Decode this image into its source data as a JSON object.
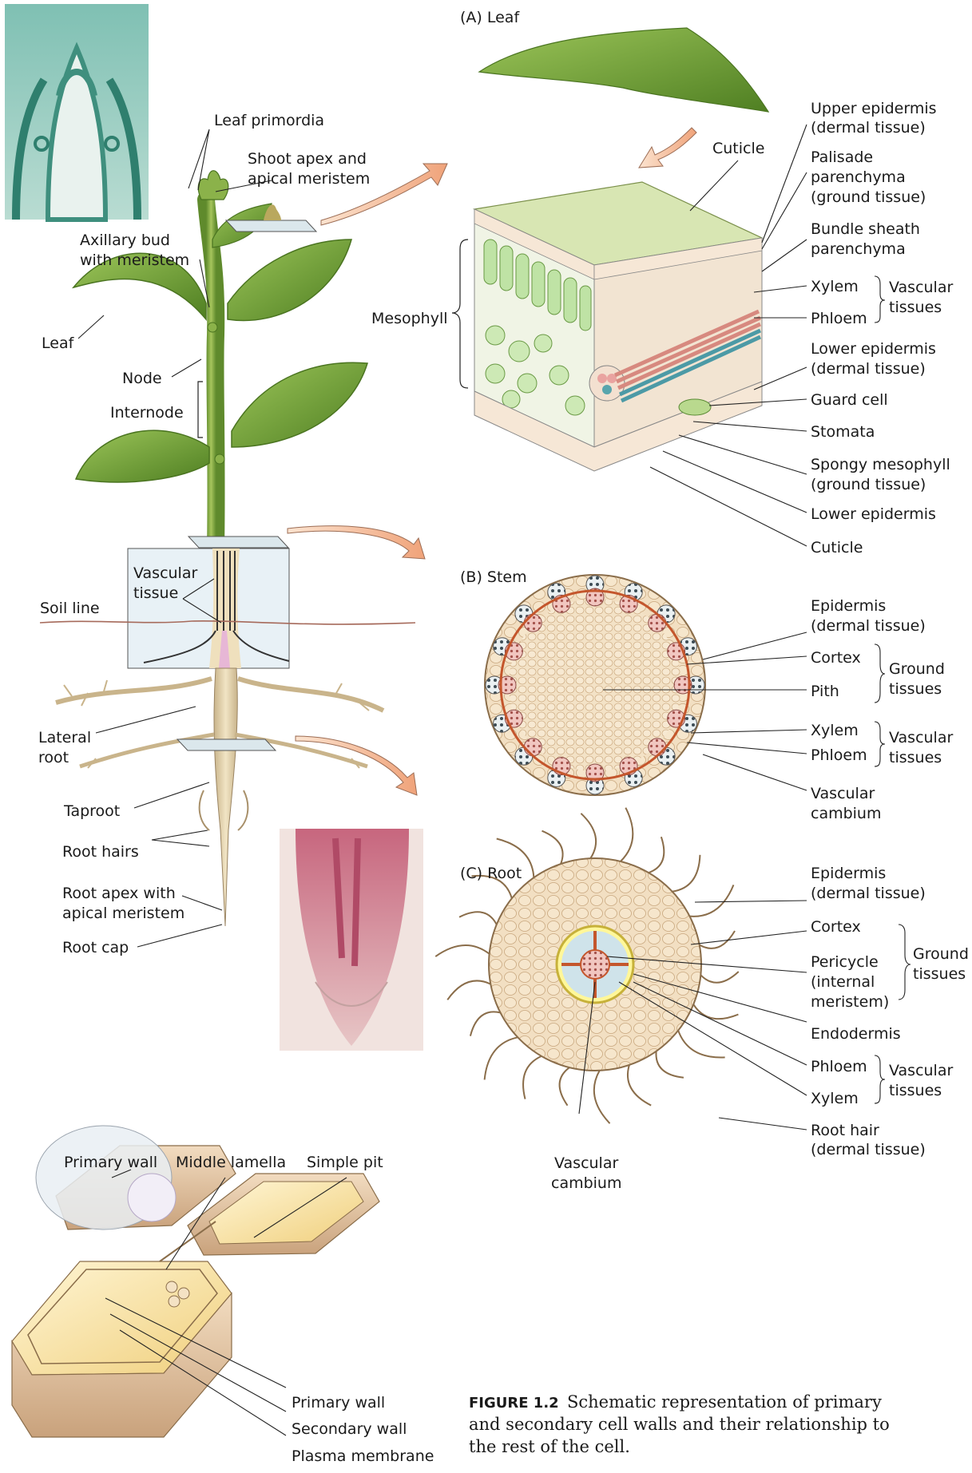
{
  "plant": {
    "leaf_primordia": "Leaf primordia",
    "shoot_apex_1": "Shoot apex and",
    "shoot_apex_2": "apical meristem",
    "axillary_1": "Axillary bud",
    "axillary_2": "with meristem",
    "leaf": "Leaf",
    "node": "Node",
    "internode": "Internode",
    "vascular_1": "Vascular",
    "vascular_2": "tissue",
    "soil_line": "Soil line",
    "lateral_1": "Lateral",
    "lateral_2": "root",
    "taproot": "Taproot",
    "root_hairs": "Root hairs",
    "root_apex_1": "Root apex with",
    "root_apex_2": "apical meristem",
    "root_cap": "Root cap"
  },
  "leaf_panel": {
    "title": "(A)  Leaf",
    "cuticle_top": "Cuticle",
    "upper_epi_1": "Upper epidermis",
    "upper_epi_2": "(dermal tissue)",
    "palisade_1": "Palisade",
    "palisade_2": "parenchyma",
    "palisade_3": "(ground tissue)",
    "bundle_1": "Bundle sheath",
    "bundle_2": "parenchyma",
    "mesophyll": "Mesophyll",
    "xylem": "Xylem",
    "phloem": "Phloem",
    "vascular_1": "Vascular",
    "vascular_2": "tissues",
    "lower_epi_1": "Lower epidermis",
    "lower_epi_2": "(dermal tissue)",
    "guard_cell": "Guard cell",
    "stomata": "Stomata",
    "spongy_1": "Spongy mesophyll",
    "spongy_2": "(ground tissue)",
    "lower_epidermis": "Lower epidermis",
    "cuticle_bottom": "Cuticle"
  },
  "stem_panel": {
    "title": "(B)  Stem",
    "epidermis_1": "Epidermis",
    "epidermis_2": "(dermal tissue)",
    "cortex": "Cortex",
    "pith": "Pith",
    "ground_1": "Ground",
    "ground_2": "tissues",
    "xylem": "Xylem",
    "phloem": "Phloem",
    "vascular_1": "Vascular",
    "vascular_2": "tissues",
    "cambium_1": "Vascular",
    "cambium_2": "cambium"
  },
  "root_panel": {
    "title": "(C)  Root",
    "epidermis_1": "Epidermis",
    "epidermis_2": "(dermal tissue)",
    "cortex": "Cortex",
    "pericycle_1": "Pericycle",
    "pericycle_2": "(internal",
    "pericycle_3": "meristem)",
    "ground_1": "Ground",
    "ground_2": "tissues",
    "endodermis": "Endodermis",
    "phloem": "Phloem",
    "xylem": "Xylem",
    "vascular_1": "Vascular",
    "vascular_2": "tissues",
    "root_hair_1": "Root hair",
    "root_hair_2": "(dermal tissue)",
    "cambium_1": "Vascular",
    "cambium_2": "cambium"
  },
  "cell_wall": {
    "primary_wall_top": "Primary wall",
    "middle_lamella": "Middle lamella",
    "simple_pit": "Simple pit",
    "primary_wall": "Primary wall",
    "secondary_wall": "Secondary wall",
    "plasma_membrane": "Plasma membrane"
  },
  "caption": {
    "title": "FIGURE 1.2",
    "line_1": "Schematic representation of primary",
    "line_2": "and secondary cell walls and their relationship to",
    "line_3": "the rest of the cell."
  }
}
